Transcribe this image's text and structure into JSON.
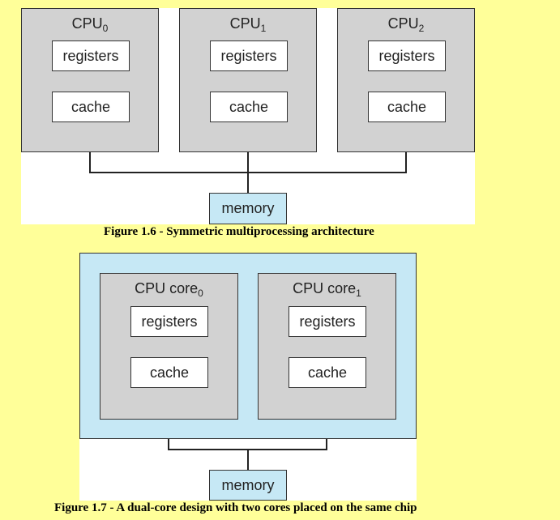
{
  "figure_1_6": {
    "cpus": [
      {
        "label": "CPU",
        "sub": "0",
        "registers": "registers",
        "cache": "cache"
      },
      {
        "label": "CPU",
        "sub": "1",
        "registers": "registers",
        "cache": "cache"
      },
      {
        "label": "CPU",
        "sub": "2",
        "registers": "registers",
        "cache": "cache"
      }
    ],
    "memory": "memory",
    "caption": "Figure 1.6 - Symmetric multiprocessing architecture"
  },
  "figure_1_7": {
    "cores": [
      {
        "label": "CPU core",
        "sub": "0",
        "registers": "registers",
        "cache": "cache"
      },
      {
        "label": "CPU core",
        "sub": "1",
        "registers": "registers",
        "cache": "cache"
      }
    ],
    "memory": "memory",
    "caption": "Figure 1.7 - A dual-core design with two cores placed on the same chip"
  }
}
